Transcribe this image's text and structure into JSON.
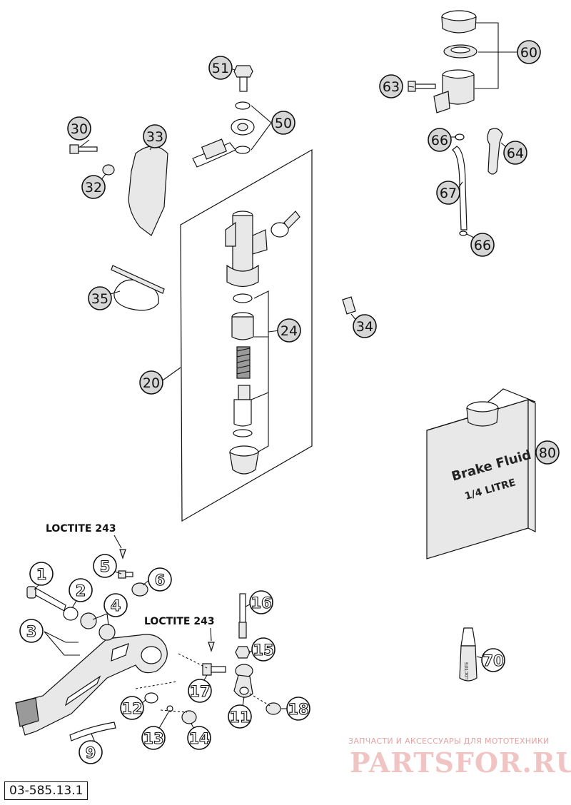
{
  "diagram": {
    "reference_code": "03-585.13.1",
    "notes": [
      "LOCTITE 243",
      "LOCTITE 243"
    ],
    "fluid_can": {
      "line1": "Brake Fluid",
      "line2": "1/4 LITRE"
    },
    "loctite_tube_label": "LOCTITE",
    "watermark": {
      "tagline": "ЗАПЧАСТИ И АКСЕССУАРЫ ДЛЯ МОТОТЕХНИКИ",
      "logo": "PARTSFOR.RU"
    },
    "callouts": [
      {
        "id": "c51",
        "label": "51",
        "style": "gray"
      },
      {
        "id": "c50",
        "label": "50",
        "style": "gray"
      },
      {
        "id": "c60",
        "label": "60",
        "style": "gray"
      },
      {
        "id": "c63",
        "label": "63",
        "style": "gray"
      },
      {
        "id": "c66a",
        "label": "66",
        "style": "gray"
      },
      {
        "id": "c64",
        "label": "64",
        "style": "gray"
      },
      {
        "id": "c67",
        "label": "67",
        "style": "gray"
      },
      {
        "id": "c66b",
        "label": "66",
        "style": "gray"
      },
      {
        "id": "c30",
        "label": "30",
        "style": "gray"
      },
      {
        "id": "c33",
        "label": "33",
        "style": "gray"
      },
      {
        "id": "c32",
        "label": "32",
        "style": "gray"
      },
      {
        "id": "c35",
        "label": "35",
        "style": "gray"
      },
      {
        "id": "c24",
        "label": "24",
        "style": "gray"
      },
      {
        "id": "c34",
        "label": "34",
        "style": "gray"
      },
      {
        "id": "c20",
        "label": "20",
        "style": "gray"
      },
      {
        "id": "c80",
        "label": "80",
        "style": "gray"
      },
      {
        "id": "c1",
        "label": "1",
        "style": "outline"
      },
      {
        "id": "c2",
        "label": "2",
        "style": "outline"
      },
      {
        "id": "c3",
        "label": "3",
        "style": "outline"
      },
      {
        "id": "c4",
        "label": "4",
        "style": "outline"
      },
      {
        "id": "c5",
        "label": "5",
        "style": "outline"
      },
      {
        "id": "c6",
        "label": "6",
        "style": "outline"
      },
      {
        "id": "c9",
        "label": "9",
        "style": "outline"
      },
      {
        "id": "c11",
        "label": "11",
        "style": "outline"
      },
      {
        "id": "c12",
        "label": "12",
        "style": "outline"
      },
      {
        "id": "c13",
        "label": "13",
        "style": "outline"
      },
      {
        "id": "c14",
        "label": "14",
        "style": "outline"
      },
      {
        "id": "c15",
        "label": "15",
        "style": "outline"
      },
      {
        "id": "c16",
        "label": "16",
        "style": "outline"
      },
      {
        "id": "c17",
        "label": "17",
        "style": "outline"
      },
      {
        "id": "c18",
        "label": "18",
        "style": "outline"
      },
      {
        "id": "c70",
        "label": "70",
        "style": "outline"
      }
    ]
  }
}
